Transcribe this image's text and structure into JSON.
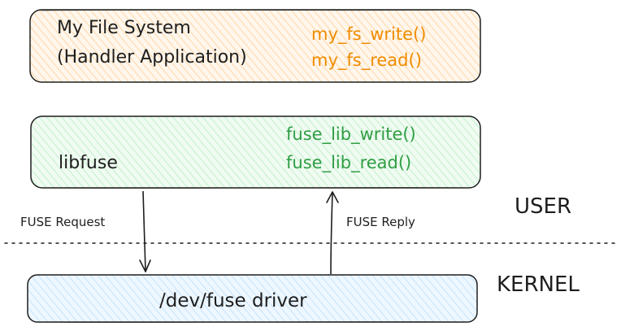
{
  "app_box": {
    "title_line1": "My File System",
    "title_line2": "(Handler Application)",
    "func_write": "my_fs_write()",
    "func_read": "my_fs_read()",
    "fill_color": "#ffe8cc",
    "func_color": "#f08c00"
  },
  "libfuse_box": {
    "label": "libfuse",
    "func_write": "fuse_lib_write()",
    "func_read": "fuse_lib_read()",
    "fill_color": "#d3f9d8",
    "func_color": "#2f9e44"
  },
  "driver_box": {
    "label": "/dev/fuse driver",
    "fill_color": "#d0ebff"
  },
  "arrows": {
    "request_label": "FUSE Request",
    "reply_label": "FUSE Reply"
  },
  "zones": {
    "user_label": "USER",
    "kernel_label": "KERNEL"
  }
}
